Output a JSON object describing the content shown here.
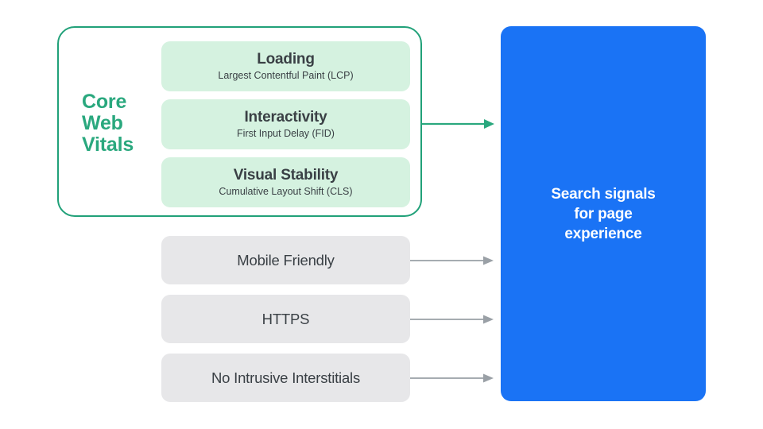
{
  "diagram": {
    "type": "flow",
    "colors": {
      "green_accent": "#2aa87e",
      "green_border": "#21a179",
      "green_card": "#d5f2e0",
      "gray_card": "#e7e7e9",
      "blue_panel": "#1a73f5",
      "text_dark": "#3a4045",
      "arrow_gray": "#9aa0a6"
    },
    "core_web_vitals": {
      "group_label": "Core Web Vitals",
      "group_label_lines": [
        "Core",
        "Web",
        "Vitals"
      ],
      "metrics": [
        {
          "title": "Loading",
          "subtitle": "Largest Contentful Paint (LCP)",
          "abbr": "LCP"
        },
        {
          "title": "Interactivity",
          "subtitle": "First Input Delay (FID)",
          "abbr": "FID"
        },
        {
          "title": "Visual Stability",
          "subtitle": "Cumulative Layout Shift (CLS)",
          "abbr": "CLS"
        }
      ]
    },
    "other_signals": [
      {
        "title": "Mobile Friendly"
      },
      {
        "title": "HTTPS"
      },
      {
        "title": "No Intrusive Interstitials"
      }
    ],
    "destination": {
      "text": "Search signals for page experience",
      "lines": [
        "Search signals",
        "for page",
        "experience"
      ]
    },
    "connectors": [
      {
        "from": "core-web-vitals-group",
        "to": "search-signals-panel",
        "color": "#2aa87e",
        "style": "solid-arrow"
      },
      {
        "from": "mobile-friendly",
        "to": "search-signals-panel",
        "color": "#9aa0a6",
        "style": "solid-arrow"
      },
      {
        "from": "https",
        "to": "search-signals-panel",
        "color": "#9aa0a6",
        "style": "solid-arrow"
      },
      {
        "from": "no-intrusive-interstitials",
        "to": "search-signals-panel",
        "color": "#9aa0a6",
        "style": "solid-arrow"
      }
    ]
  }
}
